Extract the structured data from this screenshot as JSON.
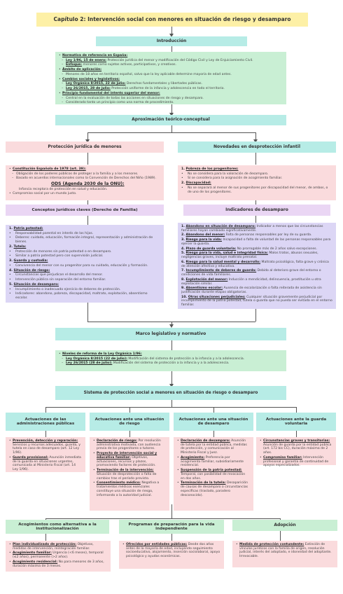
{
  "title": "Capítulo 2: Intervención social con menores en situación de riesgo y desamparo",
  "intro": {
    "header": "Introducción",
    "items": [
      {
        "k": "Normativa de referencia en España:",
        "t": "",
        "lvl": 0
      },
      {
        "k": "Ley 1/96, 15 de enero:",
        "t": " Protección jurídica del menor y modificación del Código Civil y Ley de Enjuiciamiento Civil.",
        "lvl": 1
      },
      {
        "k": "Enfoque:",
        "t": " menores como sujetos activos, participativos, y creativos.",
        "lvl": 1
      },
      {
        "k": "Ámbito de aplicación:",
        "t": "",
        "lvl": 0
      },
      {
        "k": "",
        "t": "Menores de 18 años en territorio español, salvo que la ley aplicable determine mayoría de edad antes.",
        "lvl": 1
      },
      {
        "k": "Cambios sociales y legislativos:",
        "t": "",
        "lvl": 0
      },
      {
        "k": "Ley Orgánica 8/2015, 22 de julio:",
        "t": " Derechos fundamentales y libertades públicas.",
        "lvl": 1
      },
      {
        "k": "Ley 26/2015, 28 de julio:",
        "t": " Protección uniforme de la infancia y adolescencia en todo el territorio.",
        "lvl": 1
      },
      {
        "k": "Principio fundamental del interés superior del menor:",
        "t": "",
        "lvl": 0
      },
      {
        "k": "",
        "t": "Central en la evaluación de todas las acciones en situaciones de riesgo y desamparo.",
        "lvl": 1
      },
      {
        "k": "",
        "t": "Considerado tanto un principio como una norma de procedimiento.",
        "lvl": 1
      }
    ]
  },
  "approx": {
    "header": "Aproximación teórico-conceptual"
  },
  "proteccion": {
    "header": "Protección jurídica de menores",
    "items": [
      {
        "k": "Constitución Española de 1978 (art. 39):",
        "t": "",
        "lvl": 0
      },
      {
        "k": "",
        "t": "Obligación de los poderes públicos de proteger a la familia y a los menores.",
        "lvl": 1
      },
      {
        "k": "",
        "t": "Basado en acuerdos internacionales como la Convención de Derechos del Niño (1989).",
        "lvl": 1
      },
      {
        "k": "ODS (Agenda 2030 de la ONU):",
        "t": "",
        "lvl": 2
      },
      {
        "k": "",
        "t": "Infancia receptora de protección en salud y educación.",
        "lvl": 3
      },
      {
        "k": "",
        "t": "Compromiso social por un mundo justo.",
        "lvl": 0
      }
    ]
  },
  "conceptos": {
    "header": "Conceptos jurídicos claves (Derecho de Familia)",
    "items": [
      {
        "k": "Patria potestad:",
        "t": "",
        "lvl": 4
      },
      {
        "k": "",
        "t": "Responsabilidad parental en interés de los hijos.",
        "lvl": 0
      },
      {
        "k": "",
        "t": "Deberes: cuidado, educación, formación integral, representación y administración de bienes.",
        "lvl": 0
      },
      {
        "k": "Tutela:",
        "t": "",
        "lvl": 4
      },
      {
        "k": "",
        "t": "Protección de menores sin patria potestad o en desamparo.",
        "lvl": 0
      },
      {
        "k": "",
        "t": "Similar a patria potestad pero con supervisión judicial.",
        "lvl": 0
      },
      {
        "k": "Guarda y custodia:",
        "t": "",
        "lvl": 4
      },
      {
        "k": "",
        "t": "Convivencia del menor con su progenitor para su cuidado, educación y formación.",
        "lvl": 0
      },
      {
        "k": "Situación de riesgo:",
        "t": "",
        "lvl": 4
      },
      {
        "k": "",
        "t": "Circunstancias que perjudican el desarrollo del menor.",
        "lvl": 0
      },
      {
        "k": "",
        "t": "Intervención pública sin separación del entorno familiar.",
        "lvl": 0
      },
      {
        "k": "Situación de desamparo:",
        "t": "",
        "lvl": 4
      },
      {
        "k": "",
        "t": "Incumplimiento o inadecuado ejercicio de deberes de protección.",
        "lvl": 0
      },
      {
        "k": "",
        "t": "Indicadores: abandono, pobreza, discapacidad, maltrato, explotación, absentismo escolar.",
        "lvl": 0
      }
    ]
  },
  "novedades": {
    "header": "Novedades en desprotección infantil",
    "items": [
      {
        "k": "Pobreza de los progenitores:",
        "t": "",
        "lvl": 4
      },
      {
        "k": "",
        "t": "No se considera para la valoración de desamparo.",
        "lvl": 0
      },
      {
        "k": "",
        "t": "Sí se considera para la asignación de acogimiento familiar.",
        "lvl": 0
      },
      {
        "k": "Discapacidad:",
        "t": "",
        "lvl": 4
      },
      {
        "k": "",
        "t": "No se separará al menor de sus progenitores por discapacidad del menor, de ambos, o de uno de los progenitores.",
        "lvl": 0
      }
    ]
  },
  "indicadores": {
    "header": "Indicadores de desamparo",
    "items": [
      {
        "k": "Abandono en situación de desamparo:",
        "t": " Indicador a menos que las circunstancias familiares hayan cambiado significativamente."
      },
      {
        "k": "Abandono del menor:",
        "t": " Falta de personas responsables por ley de su guarda."
      },
      {
        "k": "Riesgo para la vida:",
        "t": " Incapacidad o falta de voluntad de las personas responsables para ejercer la guarda."
      },
      {
        "k": "Plazo de guarda voluntaria:",
        "t": " No prorrogable más de 2 años salvo excepciones."
      },
      {
        "k": "Riesgo para la vida, salud e integridad física:",
        "t": " Malos tratos, abusos sexuales, negligencias graves, incluye maltrato prenatal."
      },
      {
        "k": "Riesgo para la salud mental y desarrollo:",
        "t": " Maltrato psicológico, falta grave y crónica de atención afectiva y educativa."
      },
      {
        "k": "Incumplimiento de deberes de guarda:",
        "t": " Debido al deterioro grave del entorno o condiciones de vida familiares."
      },
      {
        "k": "Explotación del menor:",
        "t": " Inducción a mendicidad, delincuencia, prostitución u otra explotación similar."
      },
      {
        "k": "Absentismo escolar:",
        "t": " Ausencia de escolarización o falta reiterada de asistencia sin justificación durante etapas obligatorias."
      },
      {
        "k": "Otras situaciones perjudiciales:",
        "t": " Cualquier situación gravemente perjudicial por incumplimiento de la patria potestad, tutela o guarda que no pueda ser evitada en el entorno familiar."
      }
    ]
  },
  "marco": {
    "header": "Marco legislativo y normativo",
    "items": [
      {
        "k": "Niveles de reforma de la Ley Orgánica 1/96:",
        "t": "",
        "lvl": 0
      },
      {
        "k": "Ley Orgánica 8/2015 (22 de julio):",
        "t": " Modificación del sistema de protección a la infancia y a la adolescencia.",
        "lvl": 1
      },
      {
        "k": "Ley 26/2015 (28 de julio):",
        "t": " Modificación del sistema de protección a la infancia y a la adolescencia.",
        "lvl": 1
      }
    ]
  },
  "sistema": {
    "header": "Sistema de protección social a menores en situación de riesgo o desamparo"
  },
  "actuaciones": [
    {
      "header": "Actuaciones de las administraciones públicas",
      "items": [
        {
          "k": "Prevención, detección y reparación:",
          "t": " Servicios y recursos adecuados, guarda, y tutela en caso de desamparo (art. 12 Ley 1/96)."
        },
        {
          "k": "Guarda provisional:",
          "t": " Asunción inmediata de la guarda en situaciones urgentes, comunicada al Ministerio Fiscal (art. 14 Ley 1/96)."
        }
      ]
    },
    {
      "header": "Actuaciones ante una situación de riesgo",
      "items": [
        {
          "k": "Declaración de riesgo:",
          "t": " Por resolución administrativa motivada, con audiencia previa de los progenitores o tutores."
        },
        {
          "k": "Proyecto de intervención social y educativa familiar:",
          "t": " Objetivos, actuaciones, recursos y plazos, promoviendo factores de protección."
        },
        {
          "k": "Terminación de la intervención:",
          "t": " Situación de desprotección o falta de cambios tras el período previsto."
        },
        {
          "k": "Consentimiento médico:",
          "t": " Negativa a tratamientos médicos esenciales constituye una situación de riesgo, informando a la autoridad judicial."
        }
      ]
    },
    {
      "header": "Actuaciones ante una situación de desamparo",
      "items": [
        {
          "k": "Declaración de desamparo:",
          "t": " Asunción de tutela por la entidad pública, medidas de protección, y comunicación al Ministerio Fiscal y Juez."
        },
        {
          "k": "Acogimiento:",
          "t": " Preferencia por acogimiento familiar, subsidiariamente residencial."
        },
        {
          "k": "Suspensión de la patria potestad:",
          "t": " Temporal, con posibilidad de revocación en dos años."
        },
        {
          "k": "Terminación de la tutela:",
          "t": " Desaparición de causas de desamparo o circunstancias específicas (traslado, paradero desconocido)."
        }
      ]
    },
    {
      "header": "Actuaciones ante la guarda voluntaria",
      "items": [
        {
          "k": "Circunstancias graves y transitorias:",
          "t": " Asunción de guarda por la entidad pública (art. 172 bis CC), duración máxima de 2 años."
        },
        {
          "k": "Compromiso familiar:",
          "t": " Intervención profesional y garantía de continuidad de apoyos especializados."
        }
      ]
    }
  ],
  "acogimientos": {
    "header": "Acogimientos como alternativa a la institucionalización",
    "items": [
      {
        "k": "Plan individualizado de protección:",
        "t": " Objetivos, medidas de intervención, reintegración familiar."
      },
      {
        "k": "Acogimiento familiar:",
        "t": " Urgencia (<6 meses), temporal (≤2 años), permanente (>2 años)."
      },
      {
        "k": "Acogimiento residencial:",
        "t": " No para menores de 3 años, duración máxima de 3 meses."
      }
    ]
  },
  "programas": {
    "header": "Programas de preparación para la vida independiente",
    "items": [
      {
        "k": "Ofrecidos por entidades públicas:",
        "t": " Desde dos años antes de la mayoría de edad, incluyendo seguimiento socioeducativo, alojamiento, inserción sociolaboral, apoyo psicológico y ayudas económicas."
      }
    ]
  },
  "adopcion": {
    "header": "Adopción",
    "items": [
      {
        "k": "Medida de protección contundente:",
        "t": " Extinción de vínculos jurídicos con la familia de origen, resolución judicial, interés del adoptado, e idoneidad del adoptante. Irrevocable."
      }
    ]
  }
}
